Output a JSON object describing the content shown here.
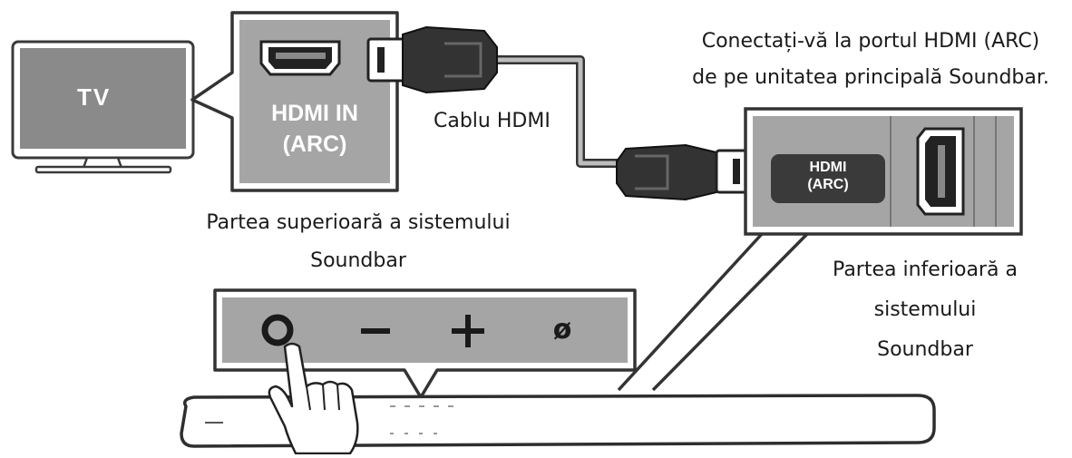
{
  "tv": {
    "label": "TV"
  },
  "tv_port": {
    "line1": "HDMI IN",
    "line2": "(ARC)"
  },
  "cable": {
    "label": "Cablu HDMI"
  },
  "instruction": {
    "line1": "Conectați-vă la portul HDMI (ARC)",
    "line2": "de pe unitatea principală Soundbar."
  },
  "soundbar_port": {
    "line1": "HDMI",
    "line2": "(ARC)"
  },
  "top_label": {
    "line1": "Partea superioară a sistemului",
    "line2": "Soundbar"
  },
  "bottom_label": {
    "line1": "Partea inferioară a",
    "line2": "sistemului",
    "line3": "Soundbar"
  },
  "buttons": [
    {
      "name": "power",
      "glyph": "○"
    },
    {
      "name": "volume-down",
      "glyph": "−"
    },
    {
      "name": "volume-up",
      "glyph": "+"
    },
    {
      "name": "source",
      "glyph": "ø"
    }
  ]
}
